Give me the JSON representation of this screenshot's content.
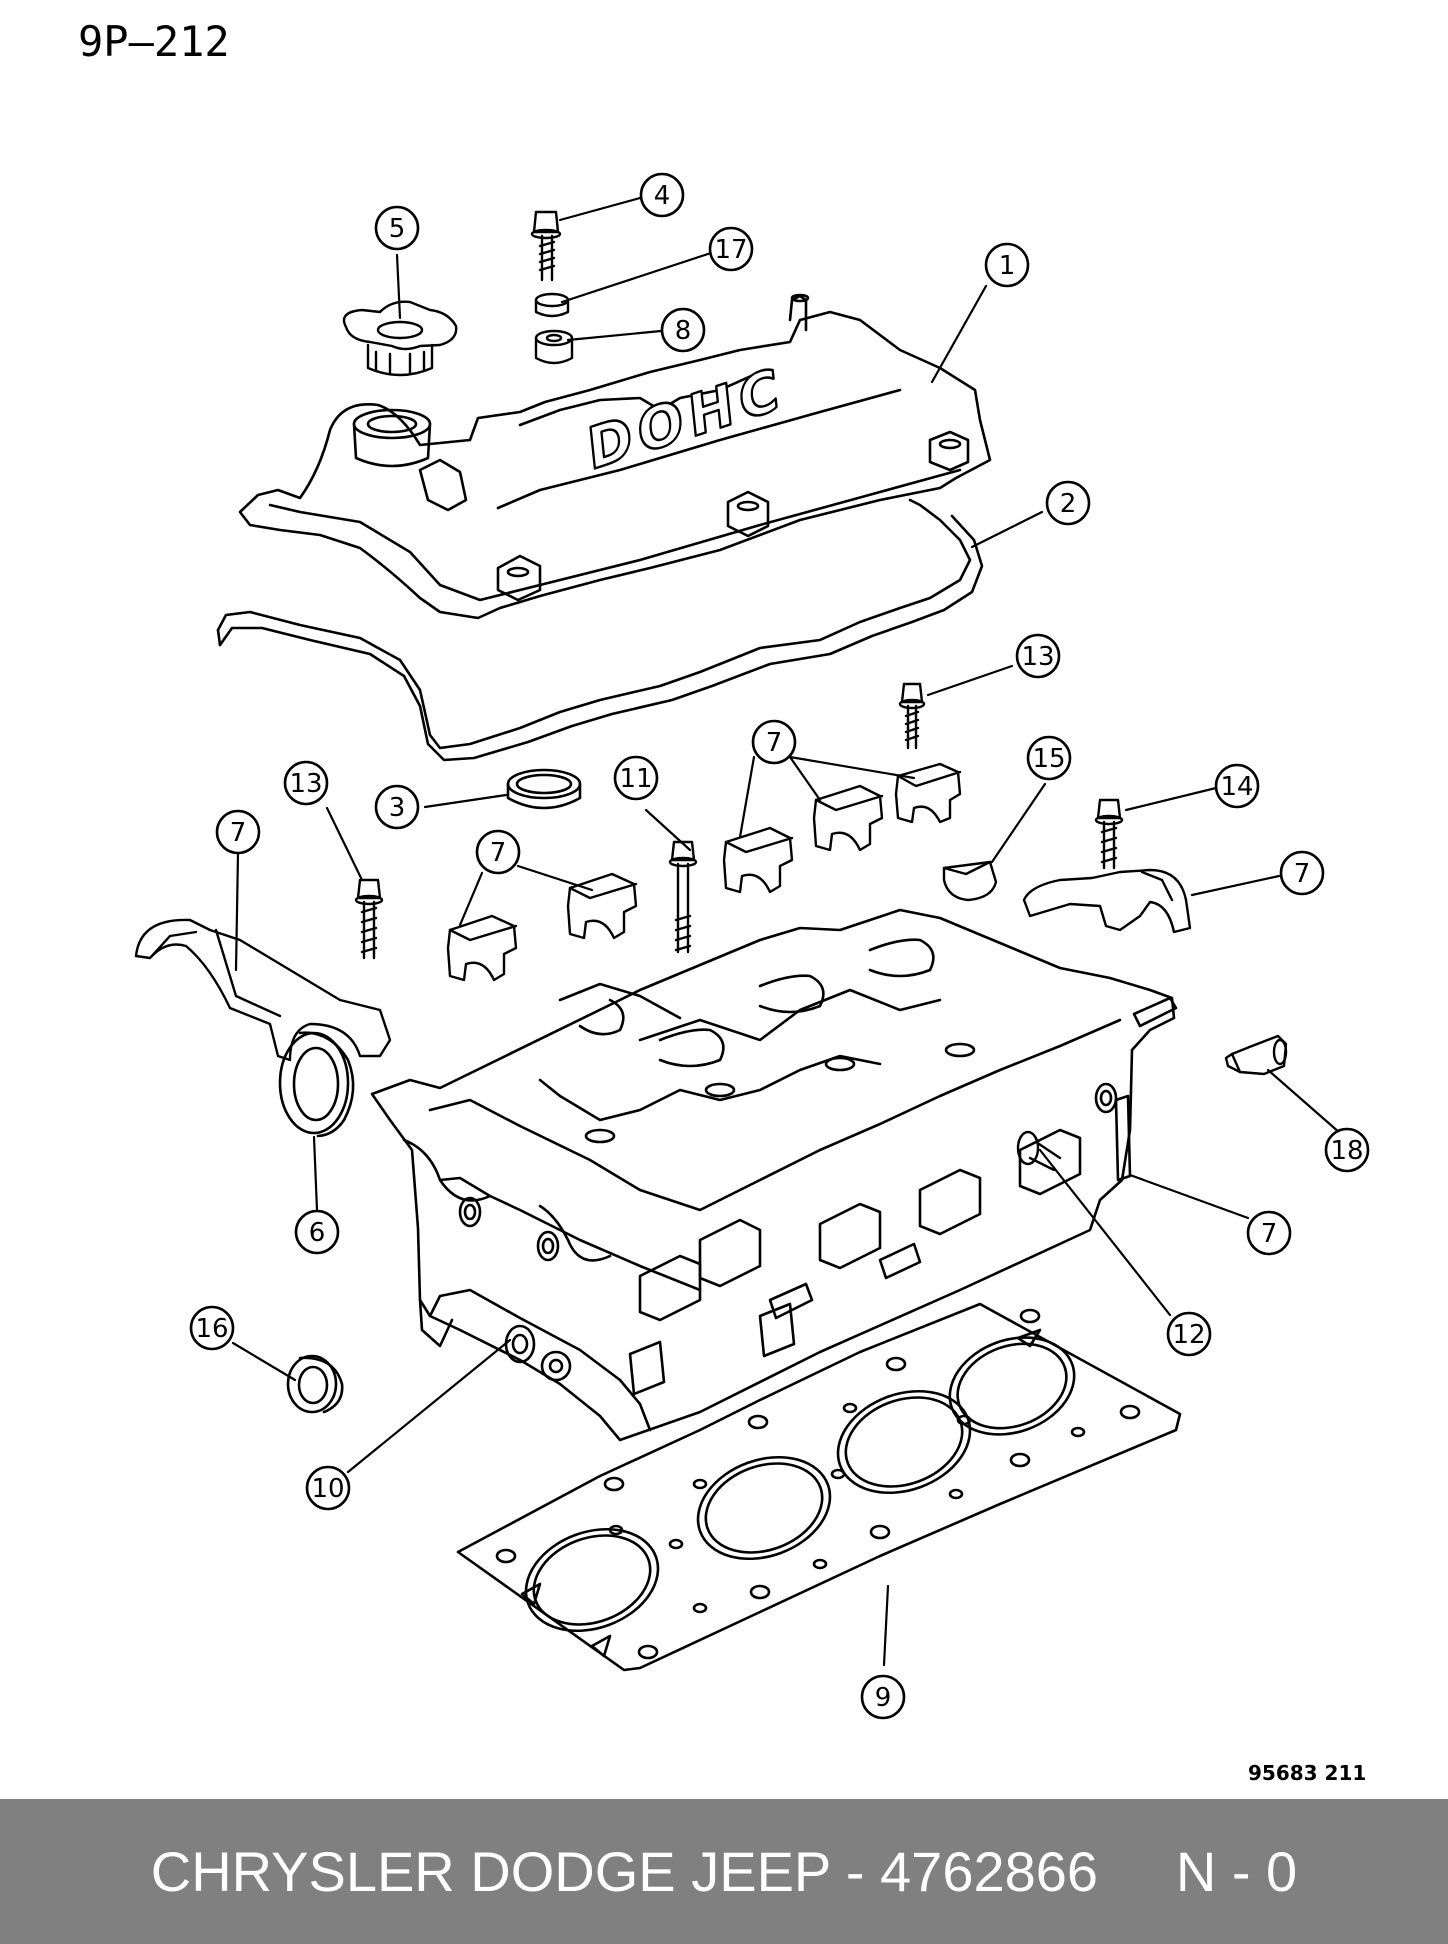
{
  "header": {
    "page_code": "9P–212"
  },
  "figure": {
    "cover_lettering": "DOHC",
    "figure_number": "95683  211"
  },
  "callouts": [
    {
      "label": "1"
    },
    {
      "label": "2"
    },
    {
      "label": "3"
    },
    {
      "label": "4"
    },
    {
      "label": "5"
    },
    {
      "label": "6"
    },
    {
      "label": "7"
    },
    {
      "label": "7"
    },
    {
      "label": "7"
    },
    {
      "label": "7"
    },
    {
      "label": "7"
    },
    {
      "label": "8"
    },
    {
      "label": "9"
    },
    {
      "label": "10"
    },
    {
      "label": "11"
    },
    {
      "label": "12"
    },
    {
      "label": "13"
    },
    {
      "label": "13"
    },
    {
      "label": "14"
    },
    {
      "label": "15"
    },
    {
      "label": "16"
    },
    {
      "label": "17"
    },
    {
      "label": "18"
    }
  ],
  "footer": {
    "text": "CHRYSLER DODGE JEEP - 4762866     N - 0"
  }
}
